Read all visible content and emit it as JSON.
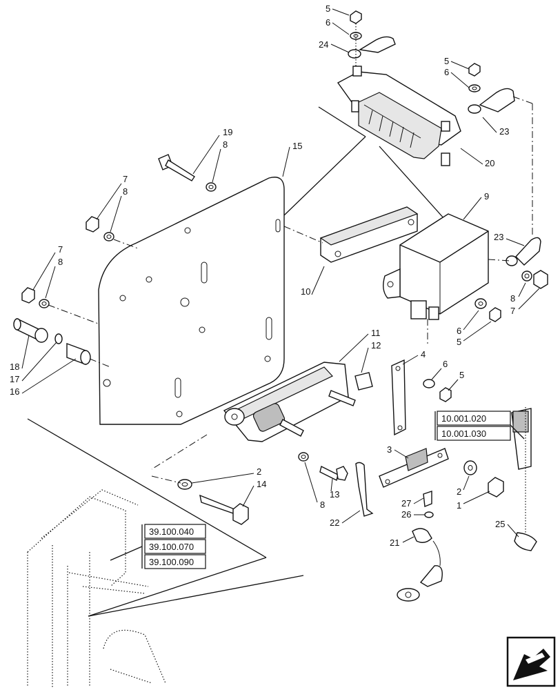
{
  "callouts": {
    "c5a": "5",
    "c6a": "6",
    "c24": "24",
    "c5b": "5",
    "c6b": "6",
    "c23a": "23",
    "c20": "20",
    "c19": "19",
    "c8a": "8",
    "c15": "15",
    "c7a": "7",
    "c8b": "8",
    "c9": "9",
    "c7b": "7",
    "c8c": "8",
    "c18": "18",
    "c17": "17",
    "c16": "16",
    "c10": "10",
    "c23b": "23",
    "c8d": "8",
    "c7c": "7",
    "c6c": "6",
    "c5c": "5",
    "c11": "11",
    "c12": "12",
    "c4": "4",
    "c6d": "6",
    "c5d": "5",
    "c3": "3",
    "c2a": "2",
    "c14": "14",
    "c13": "13",
    "c8e": "8",
    "c22": "22",
    "c27": "27",
    "c26": "26",
    "c2b": "2",
    "c1": "1",
    "c21": "21",
    "c25": "25"
  },
  "references": {
    "group_a": [
      "10.001.020",
      "10.001.030"
    ],
    "group_b": [
      "39.100.040",
      "39.100.070",
      "39.100.090"
    ]
  },
  "icons": {
    "navigation": "back-arrow-icon"
  }
}
